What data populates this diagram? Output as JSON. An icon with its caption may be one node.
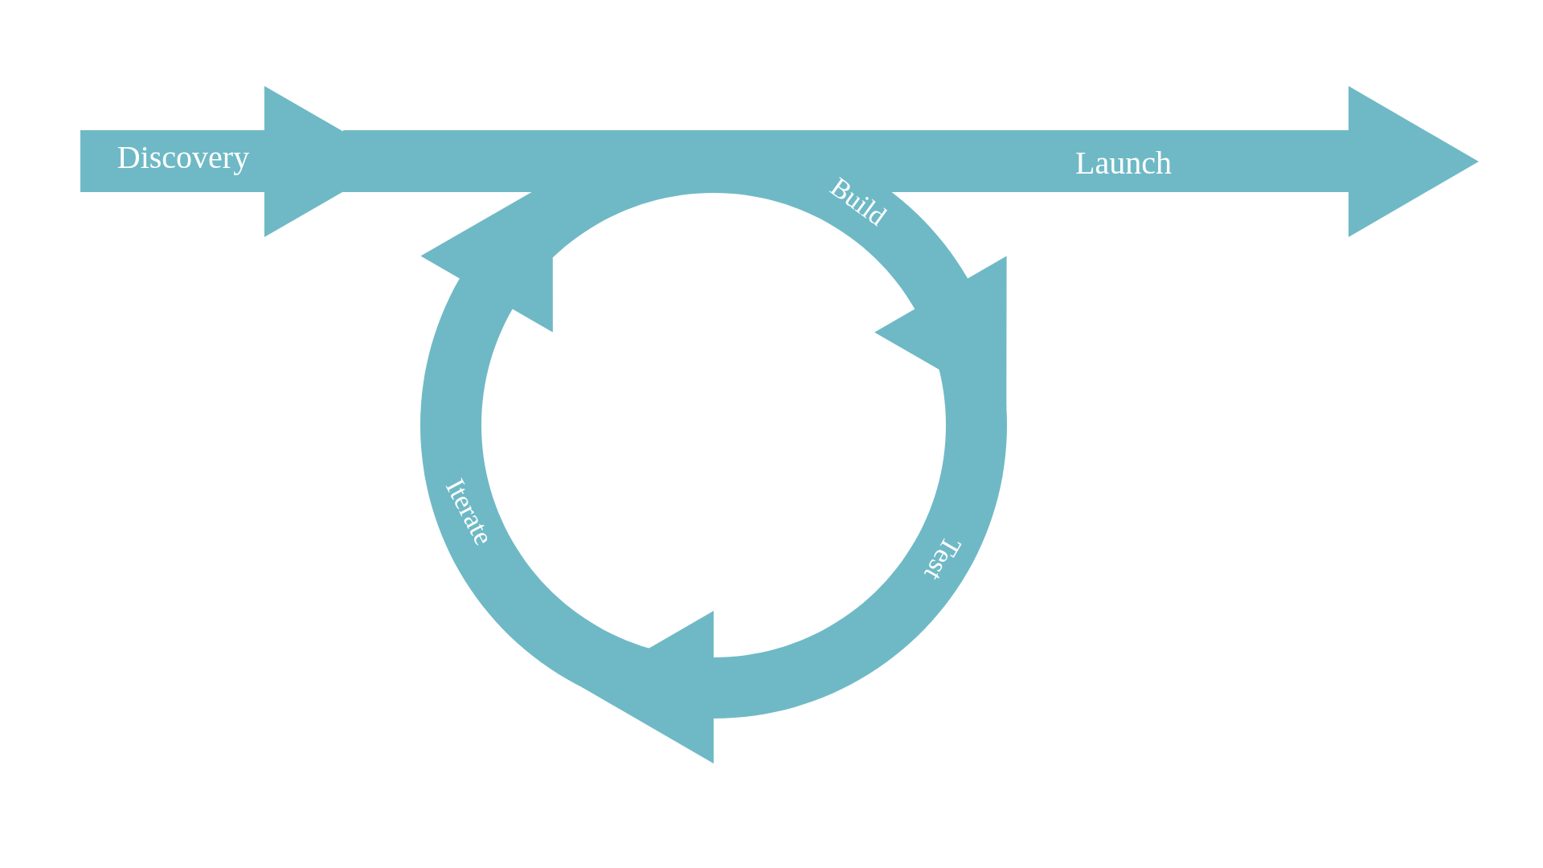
{
  "diagram": {
    "nodes": [
      {
        "text": [
          "Discovery"
        ]
      },
      {
        "text": [
          "Launch"
        ]
      },
      {
        "text": [
          "Build"
        ]
      },
      {
        "text": [
          "Test"
        ]
      },
      {
        "text": [
          "Iterate"
        ]
      }
    ]
  }
}
